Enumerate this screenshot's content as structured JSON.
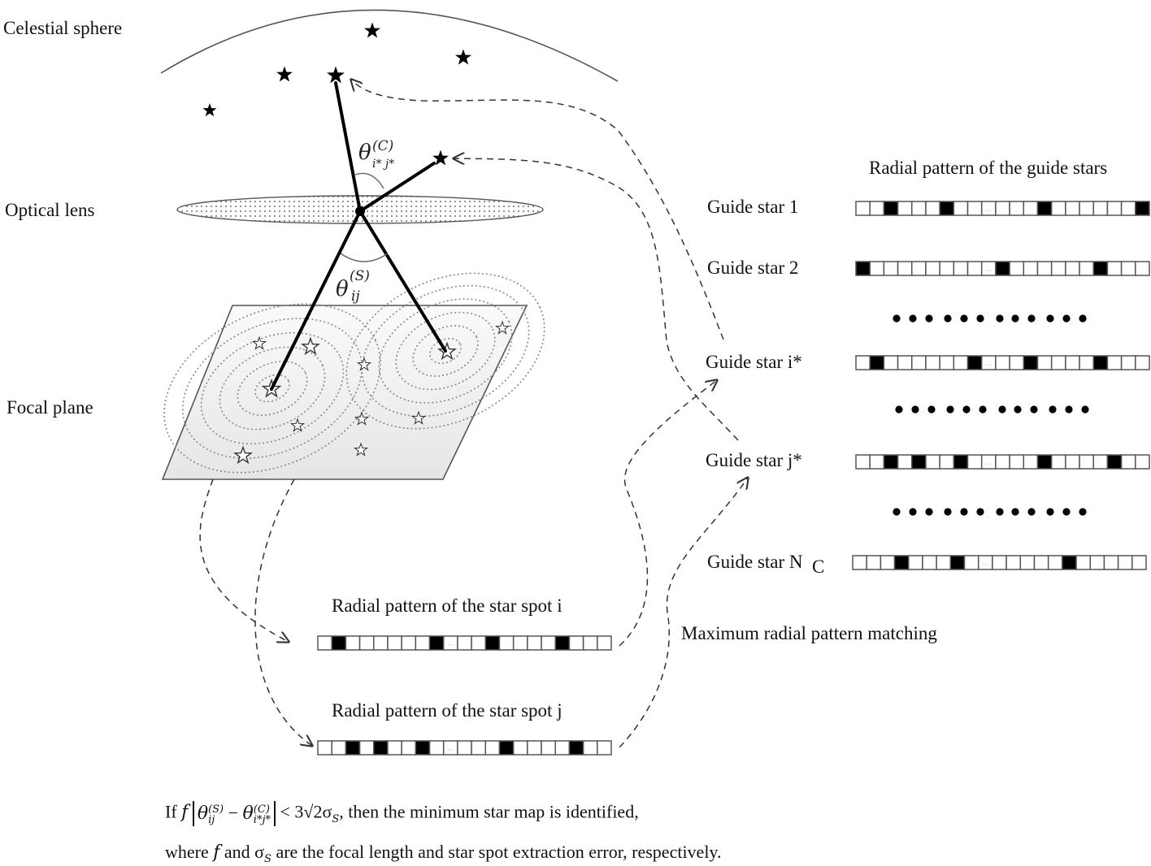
{
  "labels": {
    "celestial_sphere": "Celestial sphere",
    "optical_lens": "Optical lens",
    "focal_plane": "Focal plane",
    "theta_c": "θ",
    "theta_c_sup": "(C)",
    "theta_c_sub": "i* j*",
    "theta_s": "θ",
    "theta_s_sup": "(S)",
    "theta_s_sub": "ij",
    "guide_title": "Radial pattern of the guide stars",
    "spot_i_title": "Radial pattern of the star spot i",
    "spot_j_title": "Radial pattern of the star spot j",
    "matching": "Maximum radial pattern matching"
  },
  "pattern_cell_count": 21,
  "ellipsis_cell_index": 9,
  "ellipsis_text": "…",
  "guide_stars": [
    {
      "name": "Guide star 1",
      "filled": [
        2,
        6,
        13,
        20
      ]
    },
    {
      "name": "Guide star 2",
      "filled": [
        0,
        10,
        17
      ]
    },
    {
      "name": "Guide star i*",
      "filled": [
        1,
        8,
        12,
        17
      ]
    },
    {
      "name": "Guide star j*",
      "filled": [
        2,
        4,
        7,
        13,
        18
      ]
    },
    {
      "name": "Guide star N",
      "name_sub": "C",
      "filled": [
        3,
        7,
        15
      ]
    }
  ],
  "star_spots": [
    {
      "name": "star spot i",
      "filled": [
        1,
        8,
        12,
        17
      ]
    },
    {
      "name": "star spot j",
      "filled": [
        2,
        4,
        7,
        13,
        18
      ]
    }
  ],
  "ellipsis_rows_dot_count": 12,
  "formula": {
    "line1_prefix": "If",
    "f": "f",
    "theta": "θ",
    "s_sup": "(S)",
    "s_sub": "ij",
    "minus": "−",
    "c_sup": "(C)",
    "c_sub": "i*j*",
    "lt": "<",
    "rhs": "3√2σ",
    "rhs_sub": "S",
    "line1_suffix": ", then the minimum star map is identified,",
    "line2_where": "where",
    "line2_f": "f",
    "line2_and": "and",
    "line2_sigma": "σ",
    "line2_sigma_sub": "S",
    "line2_rest": "are the focal length and star spot extraction error, respectively."
  }
}
